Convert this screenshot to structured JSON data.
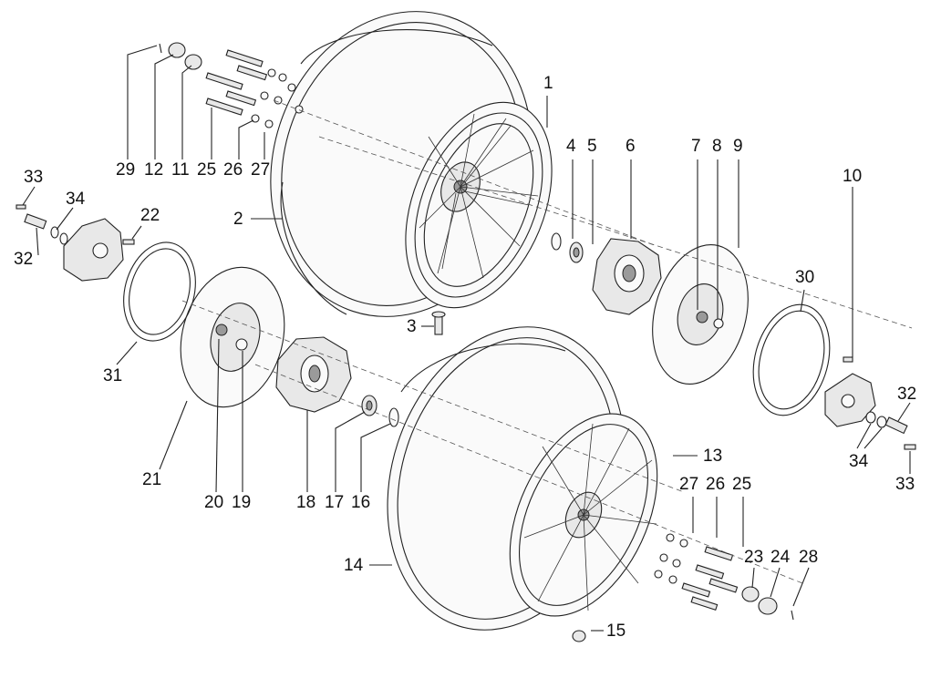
{
  "callouts": [
    {
      "id": "c1",
      "text": "1"
    },
    {
      "id": "c2",
      "text": "2"
    },
    {
      "id": "c3",
      "text": "3"
    },
    {
      "id": "c4",
      "text": "4"
    },
    {
      "id": "c5",
      "text": "5"
    },
    {
      "id": "c6",
      "text": "6"
    },
    {
      "id": "c7",
      "text": "7"
    },
    {
      "id": "c8",
      "text": "8"
    },
    {
      "id": "c9",
      "text": "9"
    },
    {
      "id": "c10",
      "text": "10"
    },
    {
      "id": "c11",
      "text": "11"
    },
    {
      "id": "c12",
      "text": "12"
    },
    {
      "id": "c13",
      "text": "13"
    },
    {
      "id": "c14",
      "text": "14"
    },
    {
      "id": "c15",
      "text": "15"
    },
    {
      "id": "c16",
      "text": "16"
    },
    {
      "id": "c17",
      "text": "17"
    },
    {
      "id": "c18",
      "text": "18"
    },
    {
      "id": "c19",
      "text": "19"
    },
    {
      "id": "c20",
      "text": "20"
    },
    {
      "id": "c21",
      "text": "21"
    },
    {
      "id": "c22",
      "text": "22"
    },
    {
      "id": "c23",
      "text": "23"
    },
    {
      "id": "c24",
      "text": "24"
    },
    {
      "id": "c25a",
      "text": "25"
    },
    {
      "id": "c25b",
      "text": "25"
    },
    {
      "id": "c26a",
      "text": "26"
    },
    {
      "id": "c26b",
      "text": "26"
    },
    {
      "id": "c27a",
      "text": "27"
    },
    {
      "id": "c27b",
      "text": "27"
    },
    {
      "id": "c28",
      "text": "28"
    },
    {
      "id": "c29",
      "text": "29"
    },
    {
      "id": "c30",
      "text": "30"
    },
    {
      "id": "c31",
      "text": "31"
    },
    {
      "id": "c32a",
      "text": "32"
    },
    {
      "id": "c32b",
      "text": "32"
    },
    {
      "id": "c33a",
      "text": "33"
    },
    {
      "id": "c33b",
      "text": "33"
    },
    {
      "id": "c34a",
      "text": "34"
    },
    {
      "id": "c34b",
      "text": "34"
    }
  ]
}
